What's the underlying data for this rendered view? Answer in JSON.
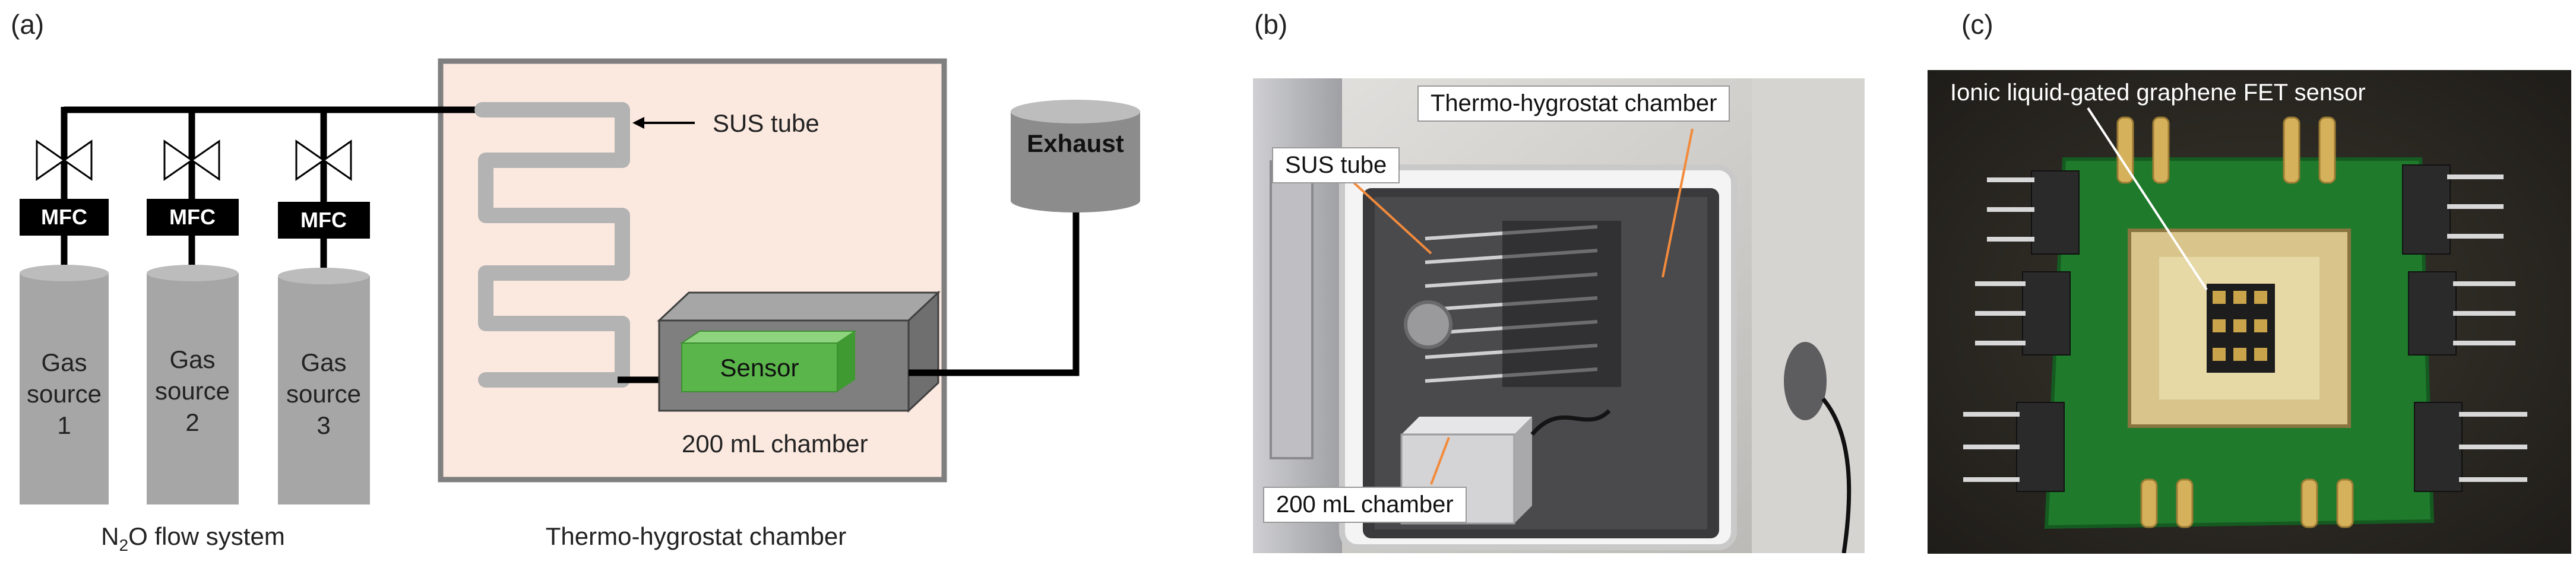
{
  "panels": {
    "a": {
      "label": "(a)",
      "mfc_label": "MFC",
      "gas_sources": [
        {
          "line1": "Gas",
          "line2": "source",
          "line3": "1"
        },
        {
          "line1": "Gas",
          "line2": "source",
          "line3": "2"
        },
        {
          "line1": "Gas",
          "line2": "source",
          "line3": "3"
        }
      ],
      "flow_system_caption": {
        "pre": "N",
        "sub": "2",
        "post": "O flow system"
      },
      "chamber_caption": "Thermo-hygrostat chamber",
      "sus_tube_label": "SUS tube",
      "exhaust_label": "Exhaust",
      "sensor_label": "Sensor",
      "small_chamber_label": "200 mL chamber",
      "colors": {
        "chamber_fill": "#fbe9e0",
        "tube": "#b3b3b3",
        "sensor": "#5ab54a",
        "box": "#7f7f7f"
      }
    },
    "b": {
      "label": "(b)",
      "callouts": {
        "chamber": "Thermo-hygrostat chamber",
        "tube": "SUS tube",
        "small_chamber": "200 mL chamber"
      },
      "arrow_color": "#f28a3c"
    },
    "c": {
      "label": "(c)",
      "title": "Ionic liquid-gated graphene FET sensor",
      "board_color": "#1f7a2c"
    }
  }
}
